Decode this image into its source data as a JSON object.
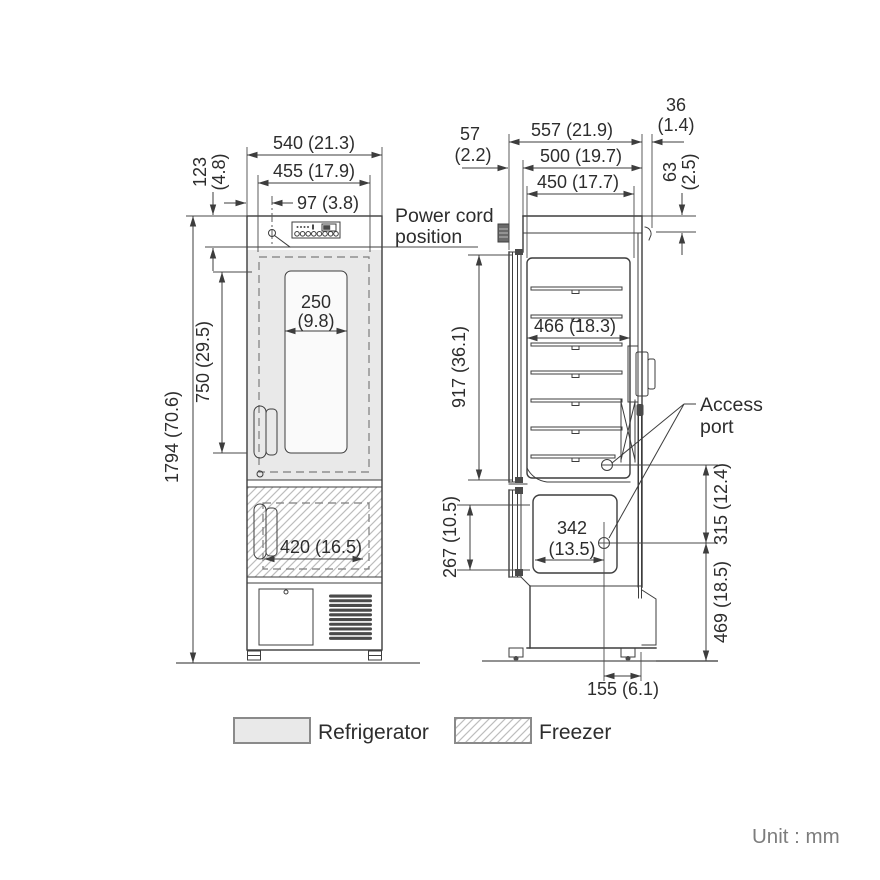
{
  "front": {
    "overall_width": "540 (21.3)",
    "liner_width": "455 (17.9)",
    "cord_offset": "97 (3.8)",
    "cord_drop_a": "123",
    "cord_drop_b": "(4.8)",
    "overall_height": "1794 (70.6)",
    "window_height": "750 (29.5)",
    "window_width_a": "250",
    "window_width_b": "(9.8)",
    "freezer_width": "420 (16.5)",
    "power_cord_label_1": "Power cord",
    "power_cord_label_2": "position"
  },
  "side": {
    "overall_depth": "557 (21.9)",
    "front_clearance_a": "57",
    "front_clearance_b": "(2.2)",
    "body_depth": "500 (19.7)",
    "interior_depth": "450 (17.7)",
    "back_clearance_a": "36",
    "back_clearance_b": "(1.4)",
    "top_step_a": "63",
    "top_step_b": "(2.5)",
    "interior_height": "917 (36.1)",
    "shelf_depth": "466 (18.3)",
    "freezer_interior_height": "267 (10.5)",
    "port_depth_a": "342",
    "port_depth_b": "(13.5)",
    "port_height_upper": "315 (12.4)",
    "port_height_lower": "469 (18.5)",
    "port_back_offset": "155 (6.1)",
    "access_label_1": "Access",
    "access_label_2": "port"
  },
  "legend": {
    "refrigerator": "Refrigerator",
    "freezer": "Freezer"
  },
  "footer": {
    "unit_note": "Unit : mm"
  },
  "colors": {
    "line": "#3d3d3d",
    "text": "#2d2d2d",
    "refrigerator_fill": "#e9e9e9",
    "hatch_line": "#bdbdbd",
    "muted_text": "#7d7d7d",
    "background": "#ffffff"
  }
}
